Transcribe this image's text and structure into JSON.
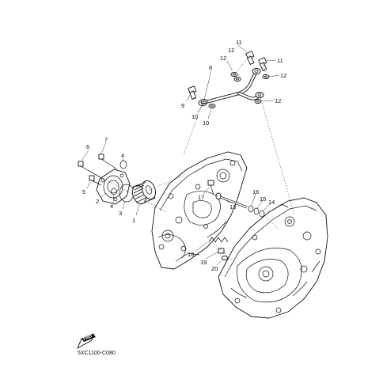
{
  "part_labels": {
    "n1": "1",
    "n2": "2",
    "n3": "3",
    "n4a": "4",
    "n4b": "4",
    "n5": "5",
    "n6": "6",
    "n7": "7",
    "n8": "8",
    "n9": "9",
    "n10a": "10",
    "n10b": "10",
    "n11a": "11",
    "n11b": "11",
    "n12a": "12",
    "n12b": "12",
    "n12c": "12",
    "n13": "13",
    "n14": "14",
    "n15": "15",
    "n16": "16",
    "n17": "17",
    "n18": "18",
    "n19": "19",
    "n20": "20"
  },
  "drawing_code": "5XC1100-C080",
  "fwd_arrow": {
    "icon": "fwd-arrow-icon",
    "text": "FWD"
  }
}
